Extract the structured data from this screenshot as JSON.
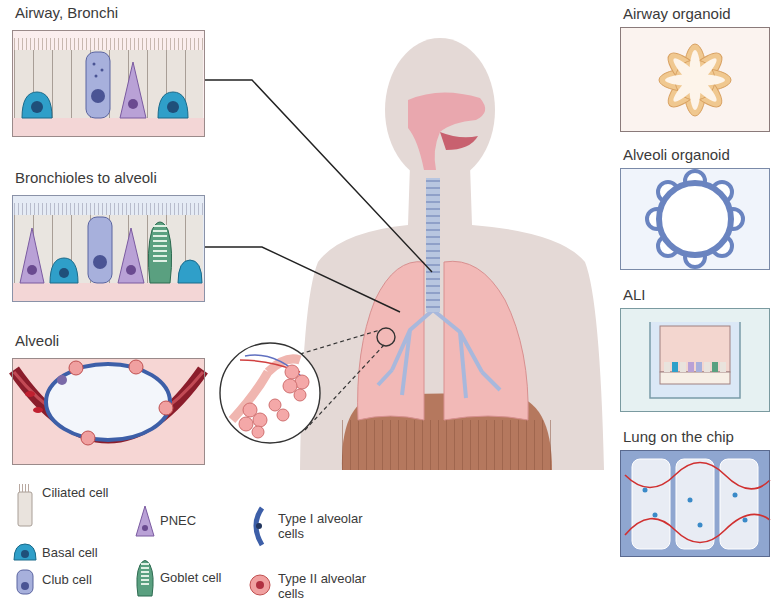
{
  "diagram": {
    "nodes": [
      {
        "text": [
          "Airway, Bronchi"
        ]
      },
      {
        "text": [
          "Bronchioles to alveoli"
        ]
      },
      {
        "text": [
          "Alveoli"
        ]
      },
      {
        "text": [
          "Airway organoid"
        ]
      },
      {
        "text": [
          "Alveoli organoid"
        ]
      },
      {
        "text": [
          "ALI"
        ]
      },
      {
        "text": [
          "Lung on the chip"
        ]
      }
    ],
    "legend": [
      {
        "text": "Ciliated cell"
      },
      {
        "text": "Basal cell"
      },
      {
        "text": "Club cell"
      },
      {
        "text": "PNEC"
      },
      {
        "text": "Goblet cell"
      },
      {
        "text": "Type I alveolar cells"
      },
      {
        "text": "Type II alveolar cells"
      }
    ]
  }
}
